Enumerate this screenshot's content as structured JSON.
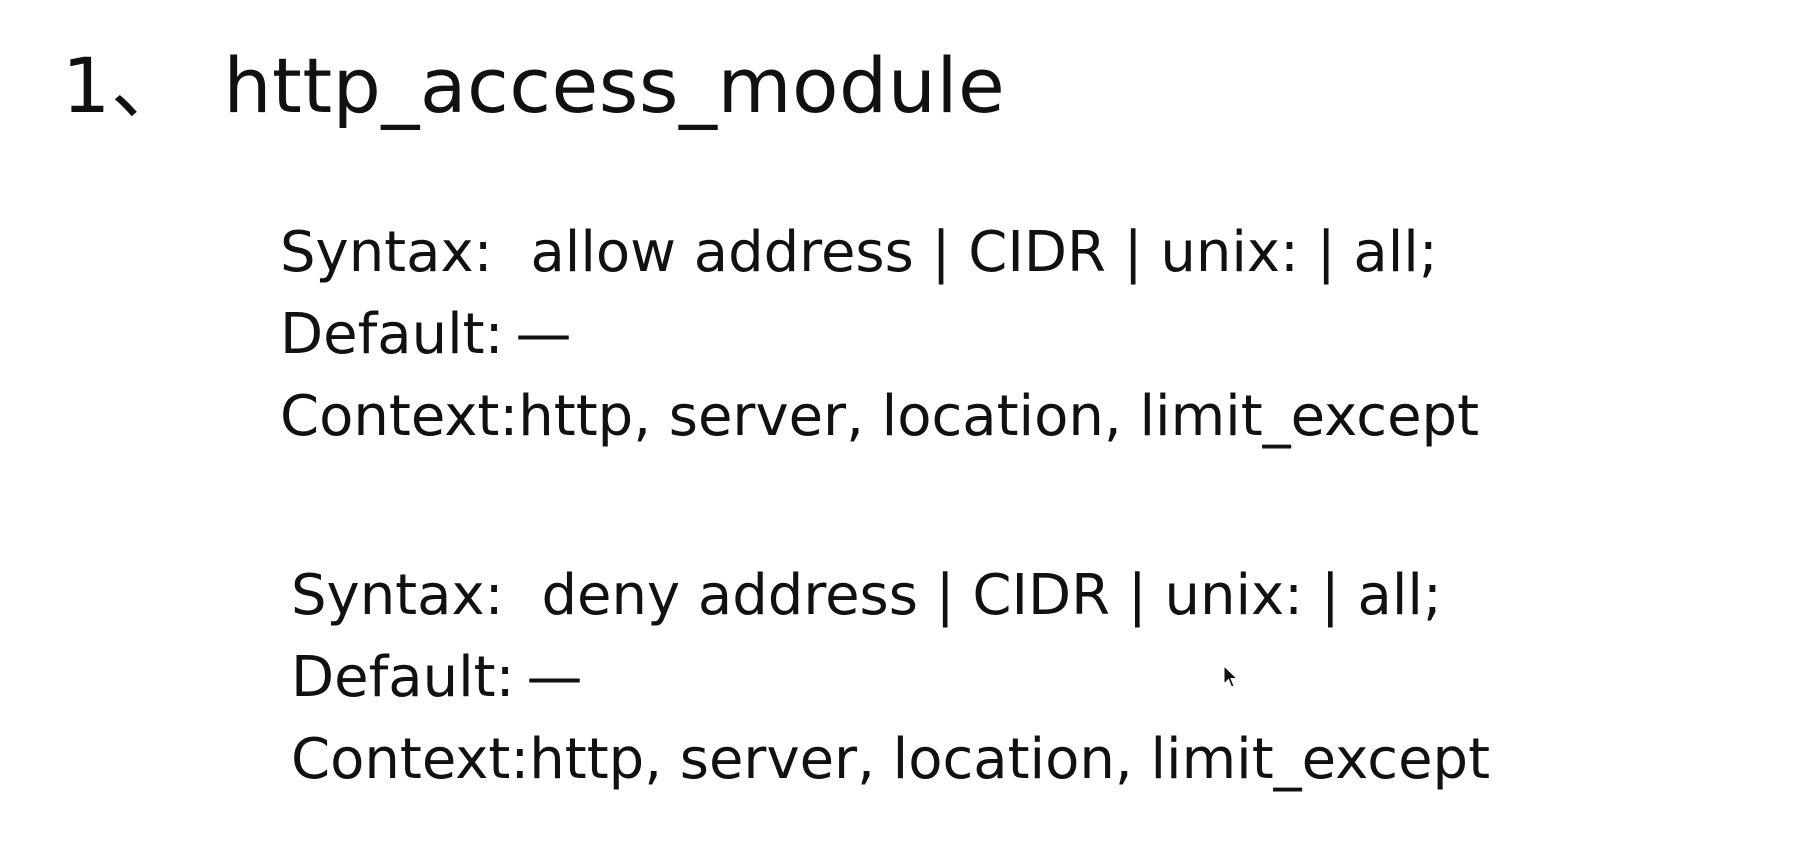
{
  "slide": {
    "title_number": "1、",
    "title": "http_access_module"
  },
  "directives": [
    {
      "syntax_label": "Syntax:",
      "syntax_value": "allow address | CIDR | unix: | all;",
      "default_label": "Default:",
      "default_value": "—",
      "context_label": "Context:",
      "context_value": "http, server, location, limit_except"
    },
    {
      "syntax_label": "Syntax:",
      "syntax_value": "deny address | CIDR | unix: | all;",
      "default_label": "Default:",
      "default_value": "—",
      "context_label": "Context:",
      "context_value": "http, server, location, limit_except"
    }
  ],
  "icons": {
    "cursor": "mouse-pointer-icon"
  }
}
